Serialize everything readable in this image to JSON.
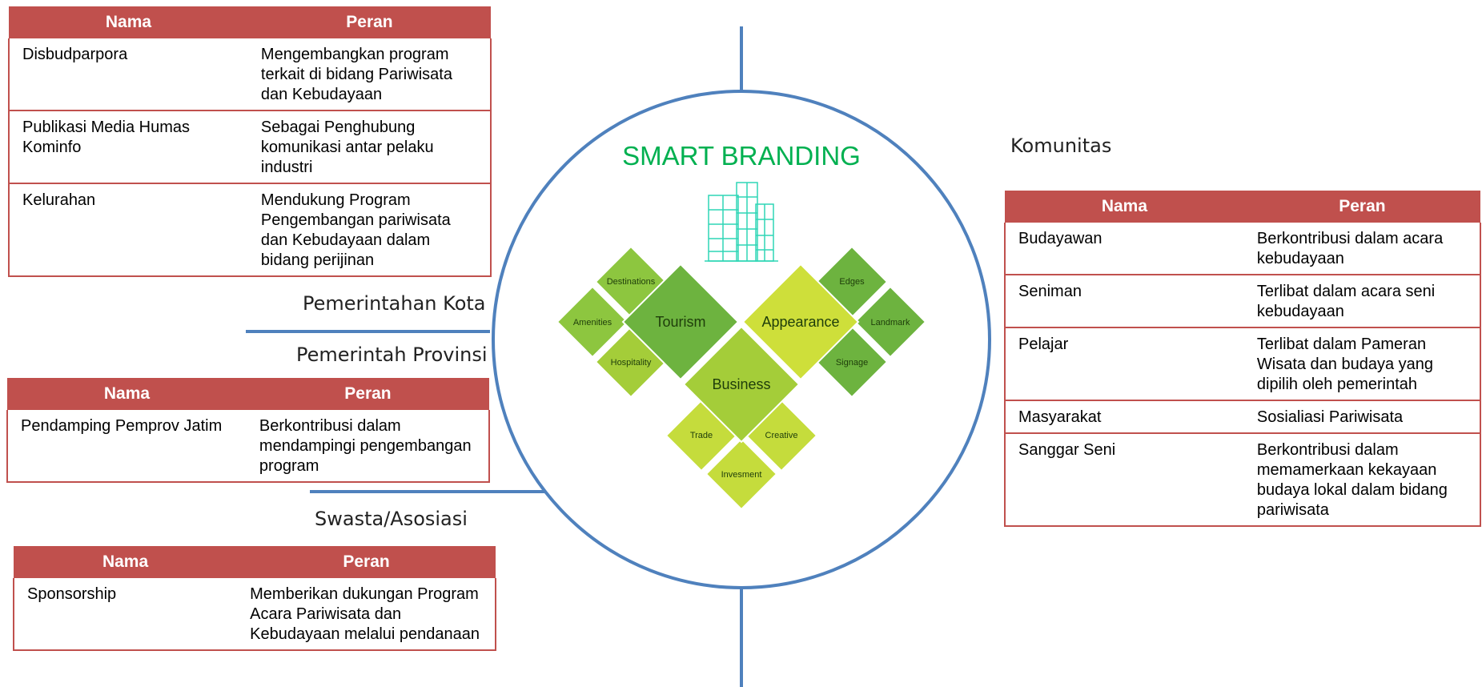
{
  "center": {
    "title": "SMART BRANDING",
    "big_diamonds": [
      "Tourism",
      "Appearance",
      "Business"
    ],
    "small_diamonds": [
      "Destinations",
      "Amenities",
      "Hospitality",
      "Edges",
      "Landmark",
      "Signage",
      "Trade",
      "Creative",
      "Invesment"
    ]
  },
  "colors": {
    "table_header": "#c0504d",
    "connector": "#4f81bd",
    "title": "#00b050"
  },
  "labels": {
    "pemerintahan_kota": "Pemerintahan Kota",
    "pemerintah_provinsi": "Pemerintah Provinsi",
    "swasta": "Swasta/Asosiasi",
    "komunitas": "Komunitas"
  },
  "tables": {
    "kota": {
      "headers": [
        "Nama",
        "Peran"
      ],
      "rows": [
        [
          "Disbudparpora",
          "Mengembangkan program terkait di bidang Pariwisata dan Kebudayaan"
        ],
        [
          "Publikasi Media Humas Kominfo",
          "Sebagai Penghubung komunikasi antar pelaku industri"
        ],
        [
          "Kelurahan",
          "Mendukung Program Pengembangan pariwisata dan Kebudayaan dalam bidang perijinan"
        ]
      ]
    },
    "provinsi": {
      "headers": [
        "Nama",
        "Peran"
      ],
      "rows": [
        [
          "Pendamping Pemprov Jatim",
          "Berkontribusi dalam mendampingi pengembangan program"
        ]
      ]
    },
    "swasta": {
      "headers": [
        "Nama",
        "Peran"
      ],
      "rows": [
        [
          "Sponsorship",
          "Memberikan dukungan Program Acara Pariwisata dan Kebudayaan melalui pendanaan"
        ]
      ]
    },
    "komunitas": {
      "headers": [
        "Nama",
        "Peran"
      ],
      "rows": [
        [
          "Budayawan",
          "Berkontribusi dalam acara kebudayaan"
        ],
        [
          "Seniman",
          "Terlibat dalam acara seni kebudayaan"
        ],
        [
          "Pelajar",
          "Terlibat dalam Pameran Wisata dan budaya yang dipilih oleh pemerintah"
        ],
        [
          "Masyarakat",
          "Sosialiasi Pariwisata"
        ],
        [
          "Sanggar Seni",
          "Berkontribusi dalam memamerkaan kekayaan budaya lokal dalam bidang pariwisata"
        ]
      ]
    }
  }
}
